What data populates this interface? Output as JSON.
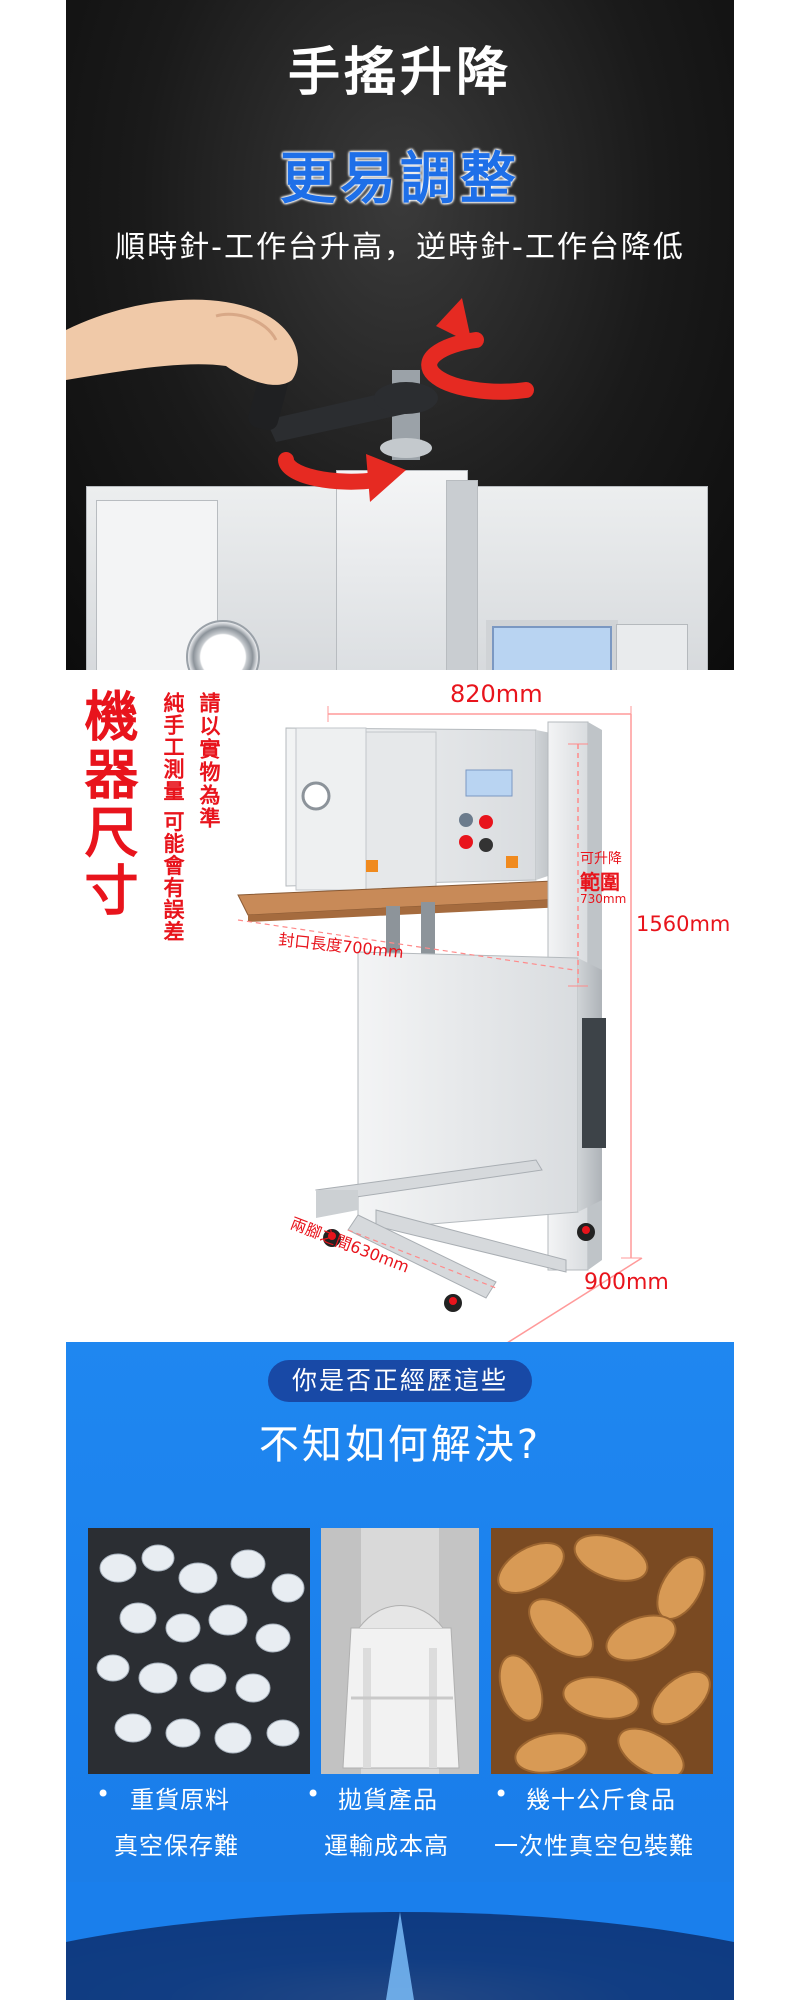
{
  "crank_section": {
    "title": "手搖升降",
    "highlight": "更易調整",
    "subtitle": "順時針-工作台升高，逆時針-工作台降低"
  },
  "dimension_section": {
    "heading_big": "機器尺寸",
    "note_1": "請以實物為準",
    "note_2": "純手工測量 可能會有誤差",
    "width": "820mm",
    "height": "1560mm",
    "depth": "900mm",
    "lift_label_1": "可升降",
    "lift_label_2": "範圍",
    "lift_value": "730mm",
    "seal_length": "封口長度700mm",
    "leg_distance": "兩腳之間630mm"
  },
  "problem_section": {
    "pill": "你是否正經歷這些",
    "title": "不知如何解決?",
    "items": [
      {
        "line1": "重貨原料",
        "line2": "真空保存難"
      },
      {
        "line1": "拋貨產品",
        "line2": "運輸成本高"
      },
      {
        "line1": "幾十公斤食品",
        "line2": "一次性真空包裝難"
      }
    ]
  },
  "colors": {
    "accent_blue": "#1e6fe8",
    "dimension_red": "#e8141c",
    "section_blue": "#1a7fec",
    "pill_navy": "#1849a6"
  }
}
